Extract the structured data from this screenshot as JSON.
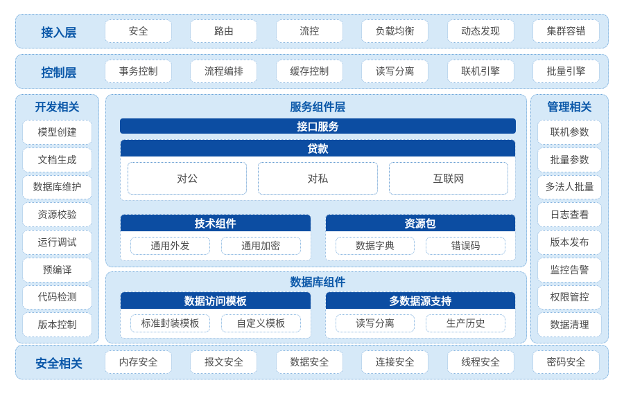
{
  "colors": {
    "dark_blue": "#0c4da2",
    "light_blue_panel": "#d6e9f8",
    "title_blue": "#0a57a8",
    "button_text": "#4a4a4a"
  },
  "access_layer": {
    "title": "接入层",
    "items": [
      "安全",
      "路由",
      "流控",
      "负载均衡",
      "动态发现",
      "集群容错"
    ]
  },
  "control_layer": {
    "title": "控制层",
    "items": [
      "事务控制",
      "流程编排",
      "缓存控制",
      "读写分离",
      "联机引擎",
      "批量引擎"
    ]
  },
  "dev_column": {
    "title": "开发相关",
    "items": [
      "模型创建",
      "文档生成",
      "数据库维护",
      "资源校验",
      "运行调试",
      "预编译",
      "代码检测",
      "版本控制"
    ]
  },
  "mgmt_column": {
    "title": "管理相关",
    "items": [
      "联机参数",
      "批量参数",
      "多法人批量",
      "日志查看",
      "版本发布",
      "监控告警",
      "权限管控",
      "数据清理"
    ]
  },
  "service_layer": {
    "title": "服务组件层",
    "interface_bar": "接口服务",
    "loan": {
      "title": "贷款",
      "items": [
        "对公",
        "对私",
        "互联网"
      ]
    },
    "tech": {
      "title": "技术组件",
      "items": [
        "通用外发",
        "通用加密"
      ]
    },
    "resource": {
      "title": "资源包",
      "items": [
        "数据字典",
        "错误码"
      ]
    }
  },
  "db_layer": {
    "title": "数据库组件",
    "template": {
      "title": "数据访问模板",
      "items": [
        "标准封装模板",
        "自定义模板"
      ]
    },
    "multisource": {
      "title": "多数据源支持",
      "items": [
        "读写分离",
        "生产历史"
      ]
    }
  },
  "security_layer": {
    "title": "安全相关",
    "items": [
      "内存安全",
      "报文安全",
      "数据安全",
      "连接安全",
      "线程安全",
      "密码安全"
    ]
  }
}
